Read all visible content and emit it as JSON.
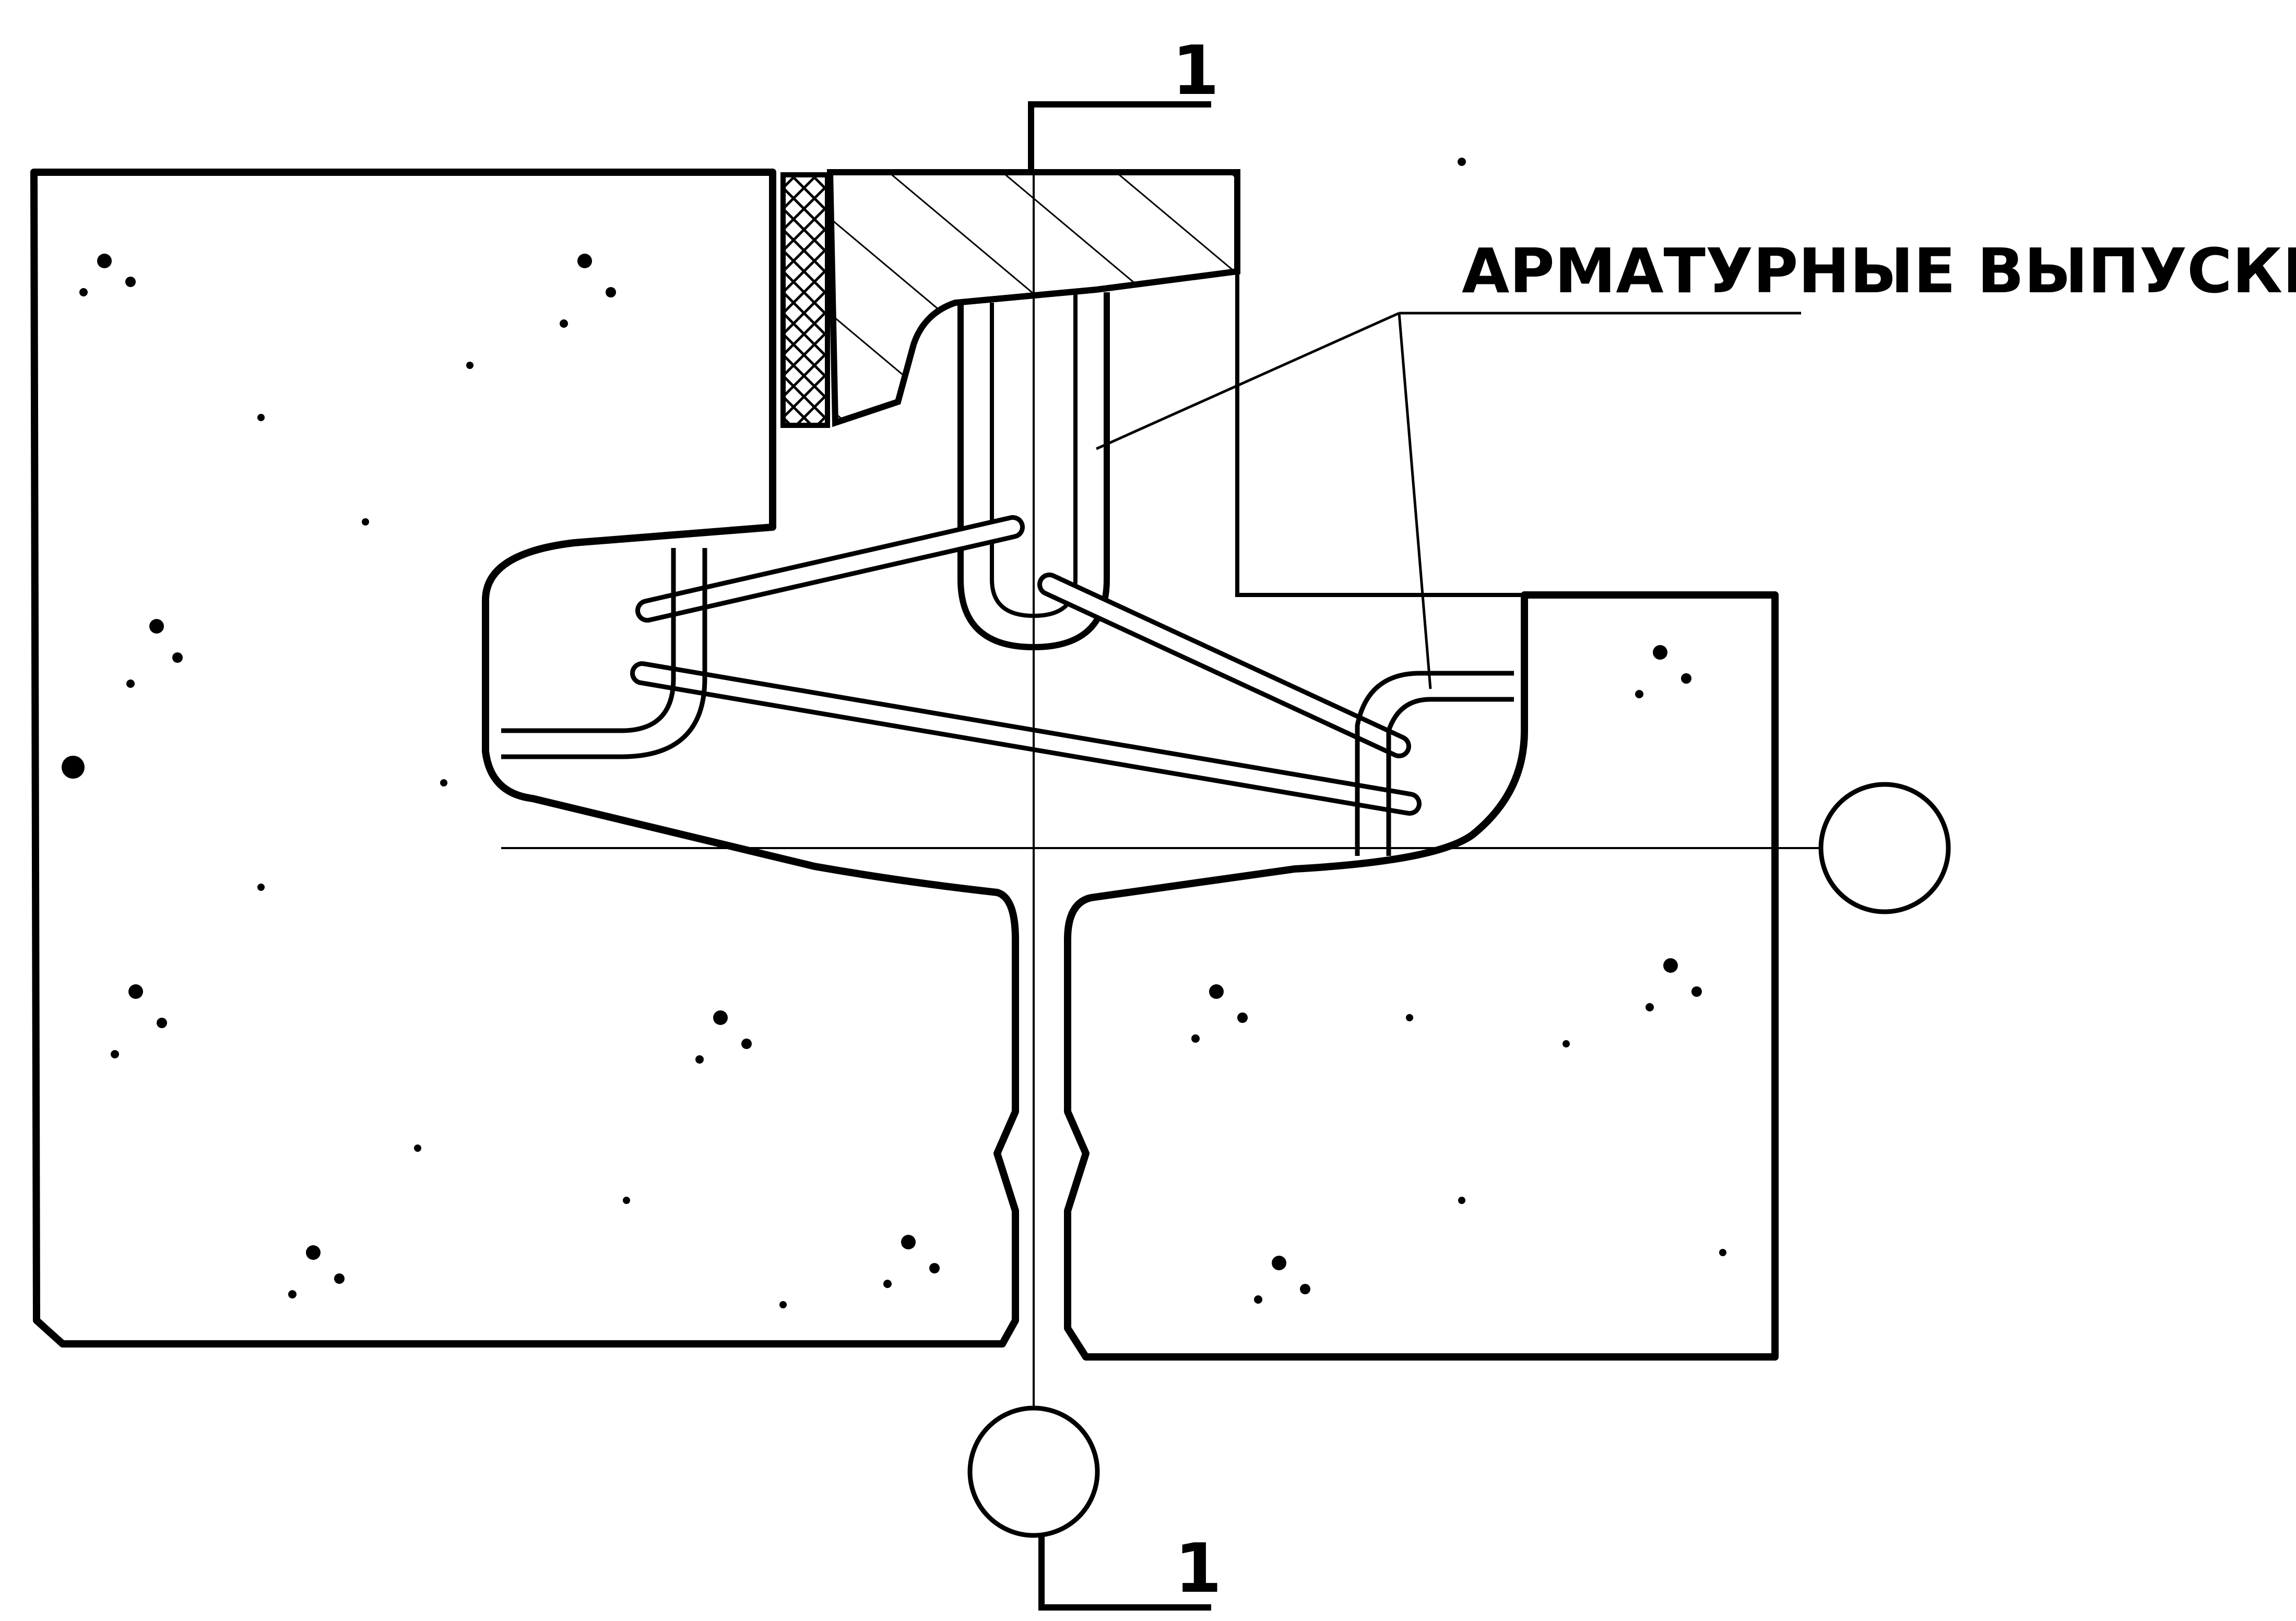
{
  "label": {
    "text": "АРМАТУРНЫЕ ВЫПУСКИ"
  },
  "section_marks": {
    "top": "1",
    "bottom": "1"
  },
  "colors": {
    "ink": "#000000",
    "paper": "#ffffff"
  }
}
